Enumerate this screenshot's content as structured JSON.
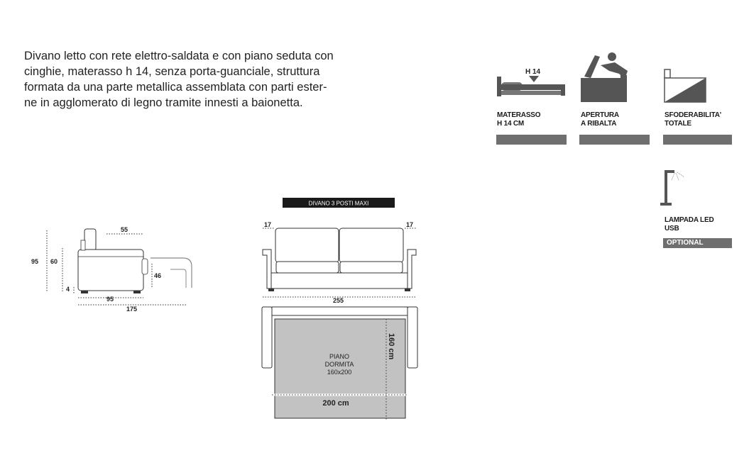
{
  "description": {
    "lines": [
      "Divano letto con rete elettro-saldata e con piano seduta con",
      "cinghie, materasso h 14, senza porta-guanciale, struttura",
      "formata da una parte metallica assemblata con parti ester-",
      "ne in agglomerato di legno tramite innesti a baionetta."
    ]
  },
  "features": [
    {
      "icon": "mattress-icon",
      "icon_text": "H 14",
      "line1": "MATERASSO",
      "line2": "H 14 CM"
    },
    {
      "icon": "lift-open-icon",
      "line1": "APERTURA",
      "line2": "A RIBALTA"
    },
    {
      "icon": "removable-cover-icon",
      "line1": "SFODERABILITA'",
      "line2": "TOTALE"
    },
    {
      "icon": "led-lamp-icon",
      "line1": "LAMPADA LED",
      "line2": "USB",
      "badge": "OPTIONAL"
    }
  ],
  "side_view": {
    "total_height": "95",
    "seat_height": "60",
    "foot_height": "4",
    "seat_depth": "55",
    "arm_height": "46",
    "depth": "95",
    "open_depth": "175"
  },
  "front_view": {
    "title": "DIVANO 3 POSTI MAXI",
    "arm_left": "17",
    "arm_right": "17",
    "width": "255"
  },
  "bed_view": {
    "label_line1": "PIANO",
    "label_line2": "DORMITA",
    "label_line3": "160x200",
    "width_label": "160 cm",
    "length_label": "200 cm"
  }
}
